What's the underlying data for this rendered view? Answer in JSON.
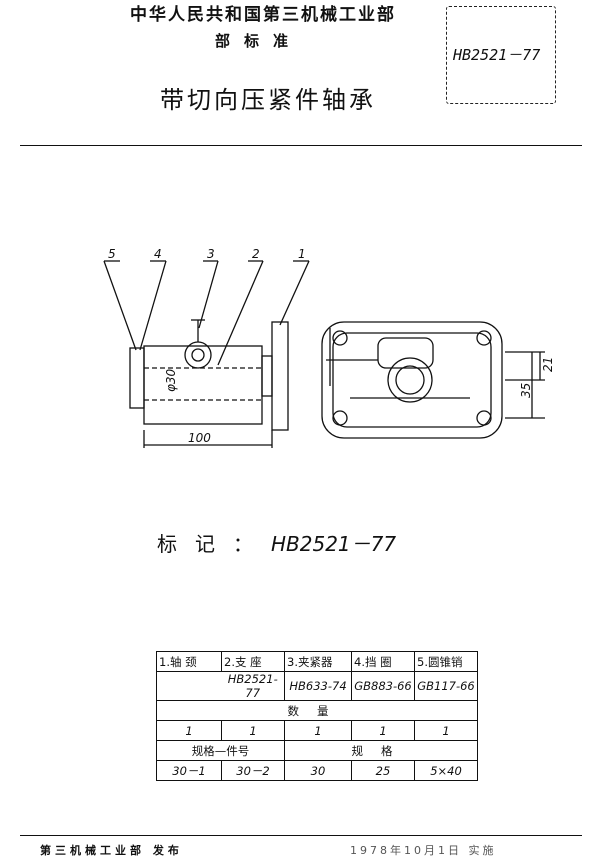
{
  "header": {
    "organization": "中华人民共和国第三机械工业部",
    "standard_type": "部标准",
    "title": "带切向压紧件轴承",
    "standard_number": "HB2521－77"
  },
  "drawing": {
    "callouts": [
      "5",
      "4",
      "3",
      "2",
      "1"
    ],
    "dim_diameter": "φ30",
    "dim_length": "100",
    "dim_right_small": "21",
    "dim_right_large": "35"
  },
  "marking": {
    "label": "标记：",
    "value": "HB2521－77"
  },
  "table": {
    "parts": [
      {
        "name": "1.轴 颈",
        "ref": ""
      },
      {
        "name": "2.支 座",
        "ref": "HB2521-77"
      },
      {
        "name": "3.夹紧器",
        "ref": "HB633-74"
      },
      {
        "name": "4.挡 圈",
        "ref": "GB883-66"
      },
      {
        "name": "5.圆锥销",
        "ref": "GB117-66"
      }
    ],
    "qty_header": "数量",
    "quantities": [
      "1",
      "1",
      "1",
      "1",
      "1"
    ],
    "spec_header_left": "规格—件号",
    "spec_header_right": "规格",
    "specs": [
      "30－1",
      "30－2",
      "30",
      "25",
      "5×40"
    ]
  },
  "footer": {
    "issuer": "第三机械工业部 发布",
    "date": "1978年10月1日 实施"
  }
}
